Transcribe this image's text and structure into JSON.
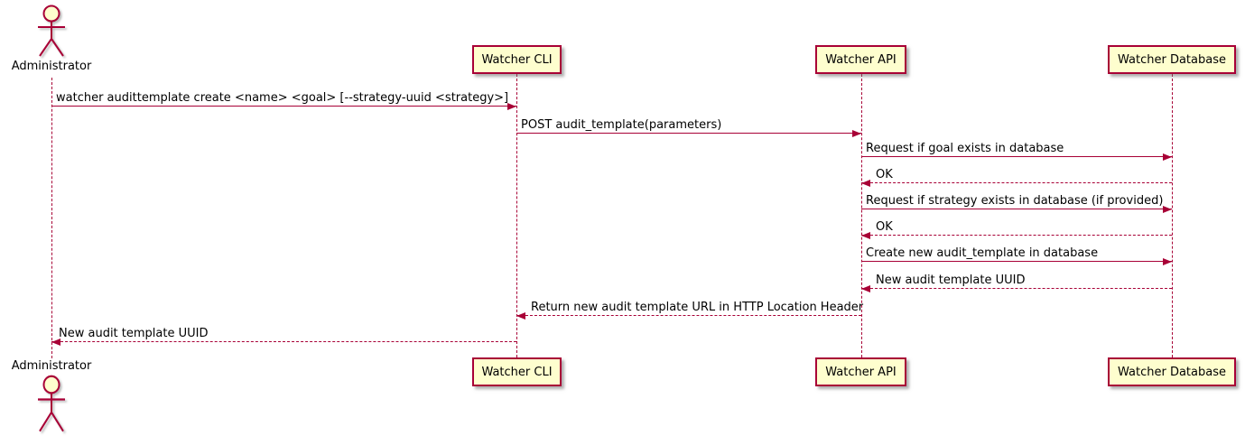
{
  "diagram": {
    "type": "sequence",
    "actor": {
      "label": "Administrator"
    },
    "participants": [
      {
        "label": "Watcher CLI"
      },
      {
        "label": "Watcher API"
      },
      {
        "label": "Watcher Database"
      }
    ],
    "messages": [
      {
        "from": "Administrator",
        "to": "Watcher CLI",
        "text": "watcher audittemplate create <name> <goal> [--strategy-uuid <strategy>]",
        "line": "solid"
      },
      {
        "from": "Watcher CLI",
        "to": "Watcher API",
        "text": "POST audit_template(parameters)",
        "line": "solid"
      },
      {
        "from": "Watcher API",
        "to": "Watcher Database",
        "text": "Request if goal exists in database",
        "line": "solid"
      },
      {
        "from": "Watcher Database",
        "to": "Watcher API",
        "text": "OK",
        "line": "dashed"
      },
      {
        "from": "Watcher API",
        "to": "Watcher Database",
        "text": "Request if strategy exists in database (if provided)",
        "line": "solid"
      },
      {
        "from": "Watcher Database",
        "to": "Watcher API",
        "text": "OK",
        "line": "dashed"
      },
      {
        "from": "Watcher API",
        "to": "Watcher Database",
        "text": "Create new audit_template in database",
        "line": "solid"
      },
      {
        "from": "Watcher Database",
        "to": "Watcher API",
        "text": "New audit template UUID",
        "line": "dashed"
      },
      {
        "from": "Watcher API",
        "to": "Watcher CLI",
        "text": "Return new audit template URL in HTTP Location Header",
        "line": "dashed"
      },
      {
        "from": "Watcher CLI",
        "to": "Administrator",
        "text": "New audit template UUID",
        "line": "dashed"
      }
    ],
    "colors": {
      "participant_fill": "#FEFECE",
      "border": "#A80036",
      "line": "#A80036",
      "text": "#000000",
      "background": "#FFFFFF"
    }
  }
}
